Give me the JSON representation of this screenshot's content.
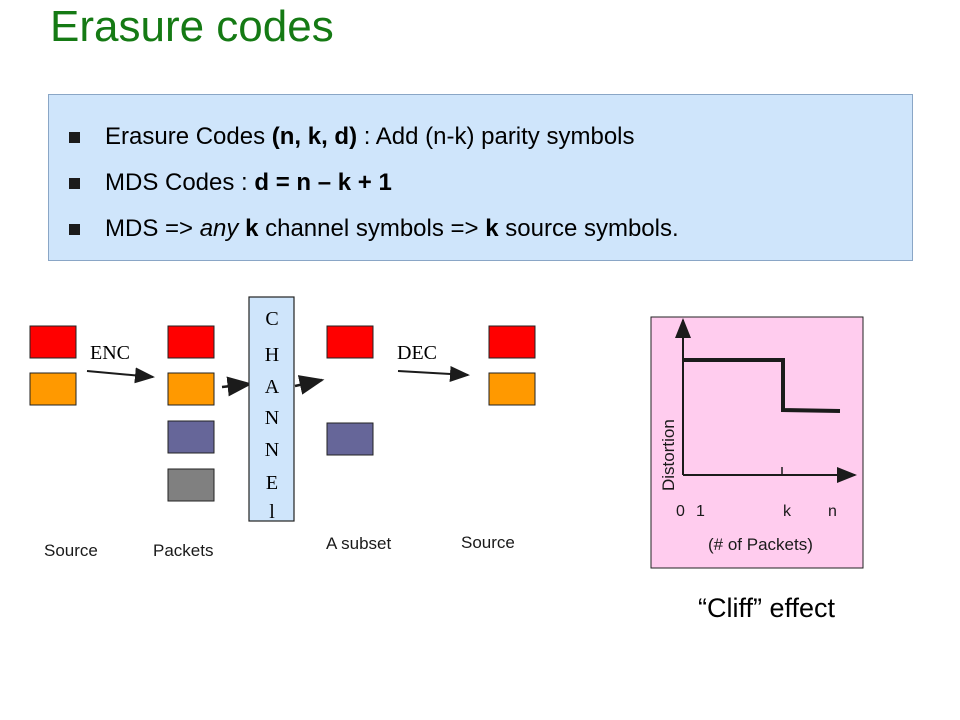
{
  "title": "Erasure codes",
  "bullets": [
    {
      "pre": "Erasure Codes ",
      "bold": "(n, k, d)",
      "post": " : Add (n-k) parity symbols"
    },
    {
      "pre": " MDS Codes : ",
      "bold": "d = n – k + 1",
      "post": ""
    },
    {
      "pre": "  MDS => ",
      "italic": "any",
      "mid": " ",
      "bold": "k",
      "post": " channel symbols =>  ",
      "bold2": "k",
      "post2": " source symbols."
    }
  ],
  "diagram": {
    "enc_label": "ENC",
    "dec_label": "DEC",
    "channel_letters": [
      "C",
      "H",
      "A",
      "N",
      "N",
      "E",
      "l"
    ],
    "captions": {
      "source_left": "Source",
      "packets": "Packets",
      "subset": "A subset",
      "source_right": "Source"
    },
    "colors": {
      "red": "#ff0000",
      "orange": "#ff9900",
      "purple": "#666699",
      "gray": "#808080",
      "graph_bg": "#ffccee"
    }
  },
  "graph": {
    "ylabel": "Distortion",
    "xlabel": "(# of Packets)",
    "ticks": [
      "0",
      "1",
      "k",
      "n"
    ]
  },
  "cliff_caption": "“Cliff” effect"
}
